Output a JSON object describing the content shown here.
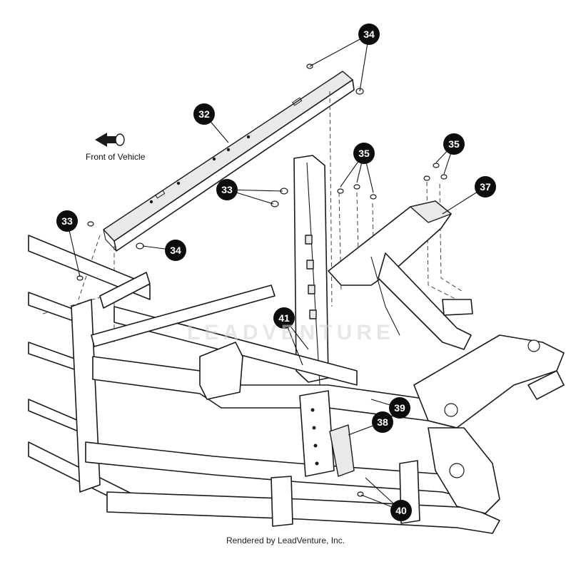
{
  "direction_label": "Front of Vehicle",
  "credit": "Rendered by LeadVenture, Inc.",
  "watermark": "LEADVENTURE",
  "callouts": [
    {
      "id": "c34a",
      "label": "34"
    },
    {
      "id": "c32",
      "label": "32"
    },
    {
      "id": "c35a",
      "label": "35"
    },
    {
      "id": "c35b",
      "label": "35"
    },
    {
      "id": "c33a",
      "label": "33"
    },
    {
      "id": "c37",
      "label": "37"
    },
    {
      "id": "c33b",
      "label": "33"
    },
    {
      "id": "c34b",
      "label": "34"
    },
    {
      "id": "c41",
      "label": "41"
    },
    {
      "id": "c39",
      "label": "39"
    },
    {
      "id": "c38",
      "label": "38"
    },
    {
      "id": "c40",
      "label": "40"
    }
  ]
}
